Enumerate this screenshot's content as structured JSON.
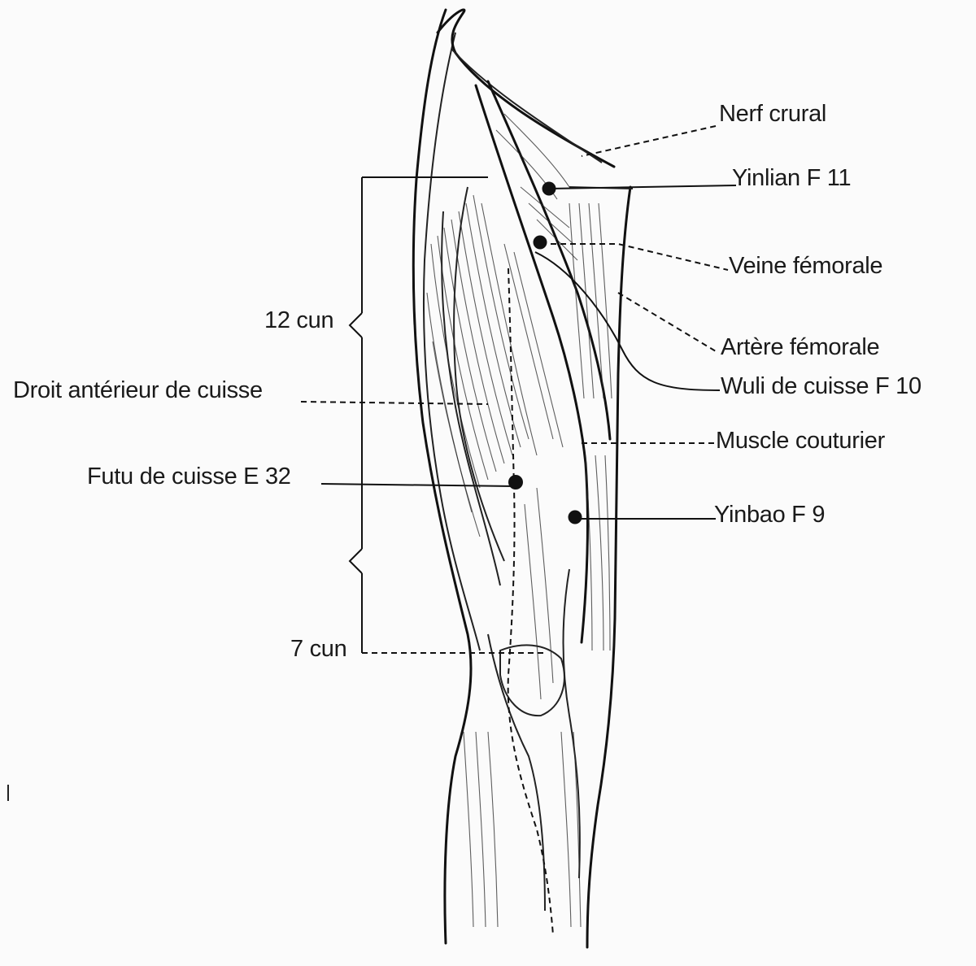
{
  "labels": {
    "nerf_crural": "Nerf crural",
    "yinlian": "Yinlian F 11",
    "veine_femorale": "Veine fémorale",
    "artere_femorale": "Artère fémorale",
    "wuli": "Wuli de cuisse F 10",
    "muscle_couturier": "Muscle couturier",
    "yinbao": "Yinbao F 9",
    "droit_anterieur": "Droit antérieur de cuisse",
    "futu": "Futu de cuisse E 32",
    "measure_12": "12 cun",
    "measure_7": "7 cun"
  }
}
